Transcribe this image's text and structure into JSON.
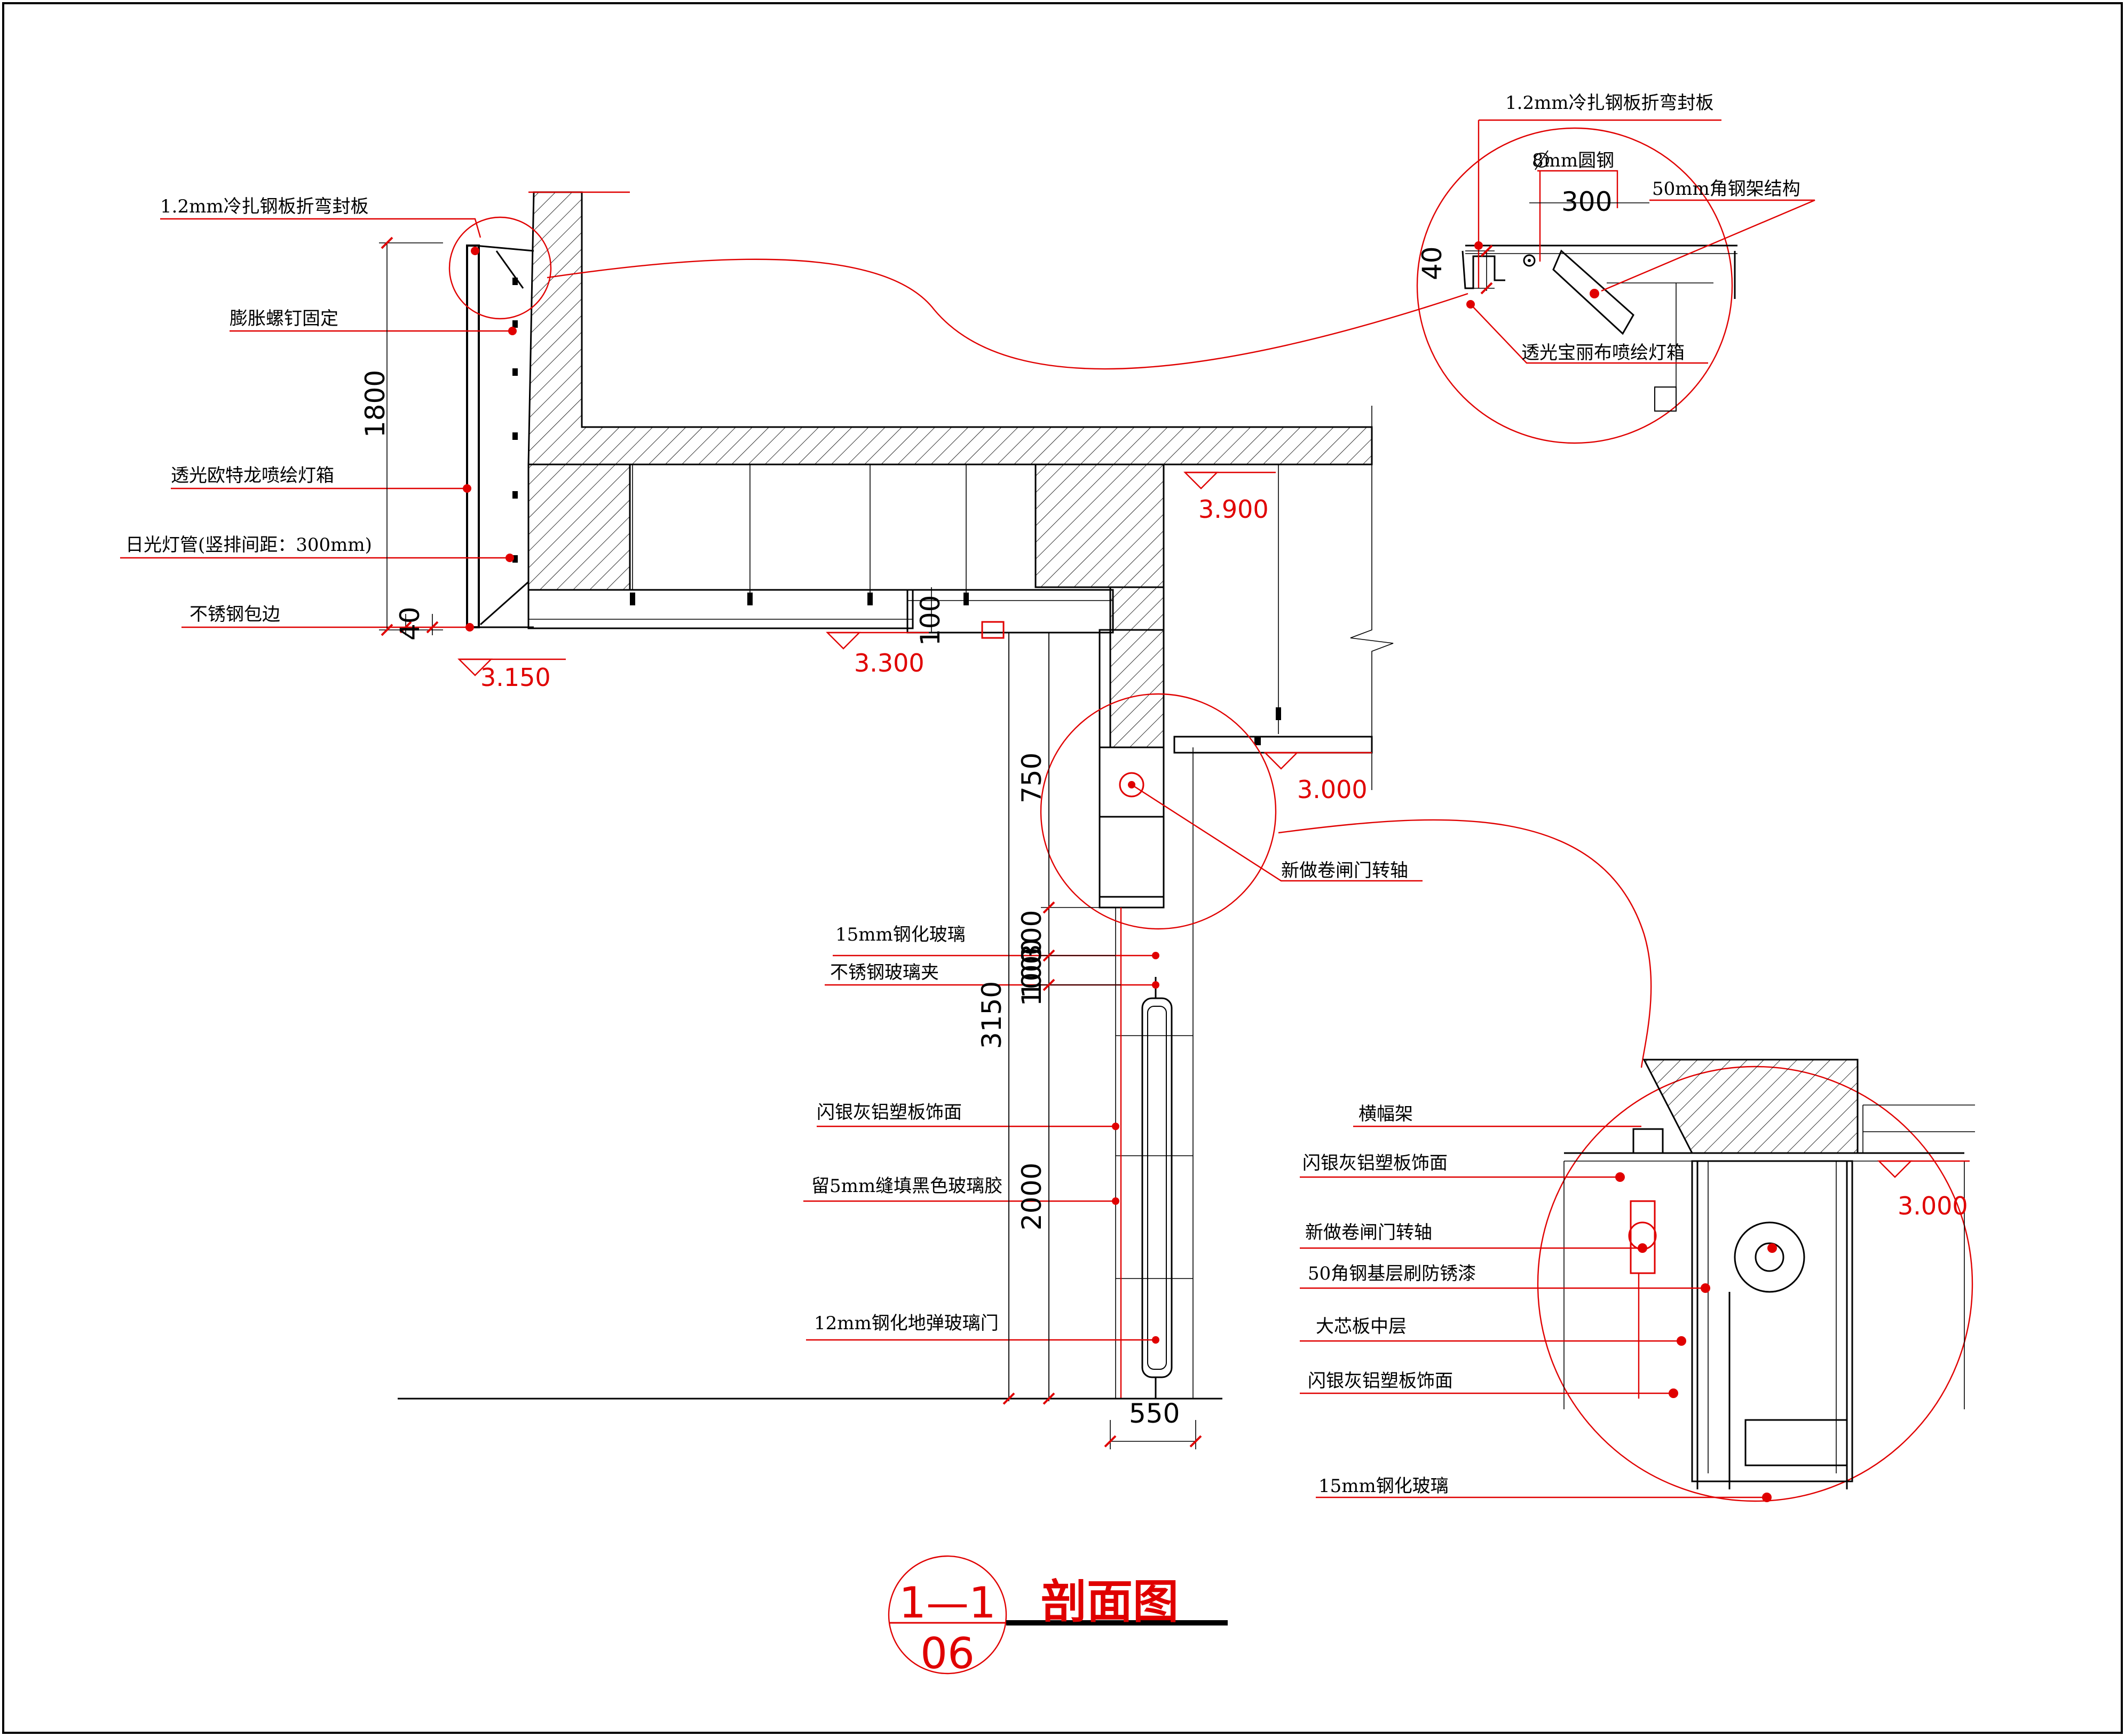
{
  "labels": {
    "cold_steel_left": "1.2mm冷扎钢板折弯封板",
    "expansion_bolt": "膨胀螺钉固定",
    "lightbox_left": "透光欧特龙喷绘灯箱",
    "fluorescent": "日光灯管(竖排间距：300mm)",
    "ss_edge": "不锈钢包边",
    "cold_steel_right": "1.2mm冷扎钢板折弯封板",
    "round_steel": "8mm圆钢",
    "angle_frame": "50mm角钢架结构",
    "lightbox_right": "透光宝丽布喷绘灯箱",
    "shutter_shaft": "新做卷闸门转轴",
    "glass15": "15mm钢化玻璃",
    "ss_clip": "不锈钢玻璃夹",
    "alu_panel": "闪银灰铝塑板饰面",
    "gap_glue": "留5mm缝填黑色玻璃胶",
    "glass_door": "12mm钢化地弹玻璃门",
    "banner_frame": "横幅架",
    "alu_panel_2": "闪银灰铝塑板饰面",
    "shutter_shaft_2": "新做卷闸门转轴",
    "angle_base": "50角钢基层刷防锈漆",
    "core_board": "大芯板中层",
    "alu_panel_3": "闪银灰铝塑板饰面",
    "glass15_2": "15mm钢化玻璃"
  },
  "dims": {
    "d1800": "1800",
    "d40_left": "40",
    "d300": "300",
    "d40_right": "40",
    "d100": "100",
    "d750": "750",
    "d1000": "1000",
    "d300_b": "300",
    "d100_b": "100",
    "d3150": "3150",
    "d2000": "2000",
    "d550": "550"
  },
  "elevations": {
    "e3150": "3.150",
    "e3300": "3.300",
    "e3900": "3.900",
    "e3000": "3.000",
    "e3000_detail": "3.000"
  },
  "title": {
    "section_id": "1—1",
    "sheet": "06",
    "name": "剖面图"
  },
  "colors": {
    "annotation": "#e00000",
    "linework": "#000000"
  }
}
